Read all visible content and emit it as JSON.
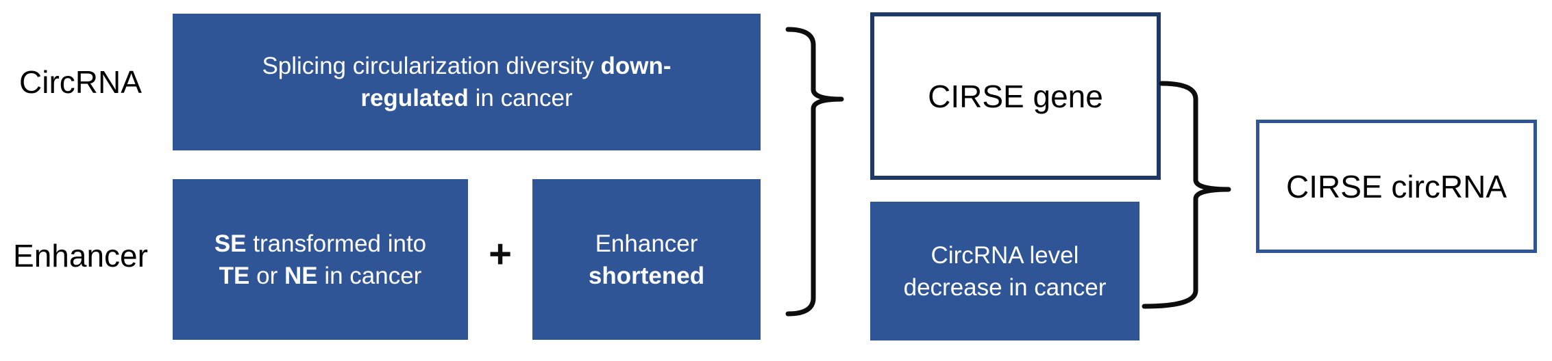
{
  "figure": {
    "background": "#ffffff",
    "colors": {
      "box_fill_blue": "#2F5596",
      "box_text_white": "#ffffff",
      "label_text_black": "#000000",
      "cirse_gene_border": "#1F3864",
      "cirse_circrna_border": "#2F5597",
      "brace_stroke": "#0d0d0d"
    },
    "row_labels": [
      {
        "id": "circrna",
        "text": "CircRNA"
      },
      {
        "id": "enhancer",
        "text": "Enhancer"
      }
    ],
    "plus_sign": "+",
    "boxes": {
      "splicing": {
        "full_text": "Splicing circularization diversity down-regulated in cancer",
        "lines": [
          {
            "segs": [
              {
                "t": "Splicing circularization diversity ",
                "bold": false
              },
              {
                "t": "down-",
                "bold": true
              }
            ]
          },
          {
            "segs": [
              {
                "t": "regulated",
                "bold": true
              },
              {
                "t": " in cancer",
                "bold": false
              }
            ]
          }
        ]
      },
      "se_transformed": {
        "full_text": "SE transformed into TE or NE in cancer",
        "lines": [
          {
            "segs": [
              {
                "t": "SE",
                "bold": true
              },
              {
                "t": " transformed into",
                "bold": false
              }
            ]
          },
          {
            "segs": [
              {
                "t": "TE",
                "bold": true
              },
              {
                "t": " or ",
                "bold": false
              },
              {
                "t": "NE",
                "bold": true
              },
              {
                "t": " in cancer",
                "bold": false
              }
            ]
          }
        ]
      },
      "enhancer_shortened": {
        "full_text": "Enhancer shortened",
        "lines": [
          {
            "segs": [
              {
                "t": "Enhancer",
                "bold": false
              }
            ]
          },
          {
            "segs": [
              {
                "t": "shortened",
                "bold": true
              }
            ]
          }
        ]
      },
      "cirse_gene": {
        "text": "CIRSE gene"
      },
      "circrna_level": {
        "full_text": "CircRNA level decrease in cancer",
        "lines": [
          {
            "segs": [
              {
                "t": "CircRNA level",
                "bold": false
              }
            ]
          },
          {
            "segs": [
              {
                "t": "decrease in cancer",
                "bold": false
              }
            ]
          }
        ]
      },
      "cirse_circrna": {
        "text": "CIRSE circRNA"
      }
    }
  }
}
